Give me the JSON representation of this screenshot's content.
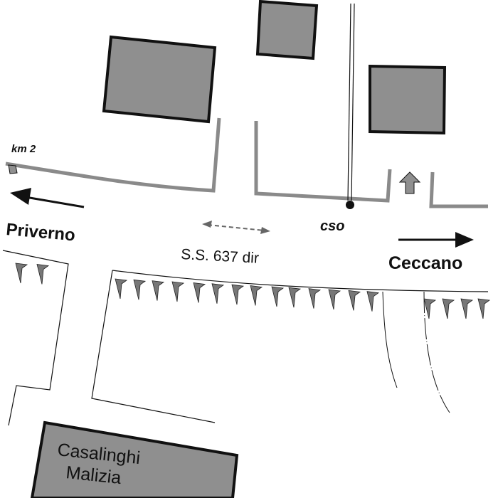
{
  "map": {
    "labels": {
      "km": "km 2",
      "west_destination": "Priverno",
      "east_destination": "Ceccano",
      "road": "S.S. 637 dir",
      "marker": "cso",
      "shop_line1": "Casalinghi",
      "shop_line2": "Malizia"
    },
    "colors": {
      "building_fill": "#8f8f8f",
      "building_stroke": "#111111",
      "road_edge": "#8a8a8a",
      "line": "#111111"
    }
  }
}
